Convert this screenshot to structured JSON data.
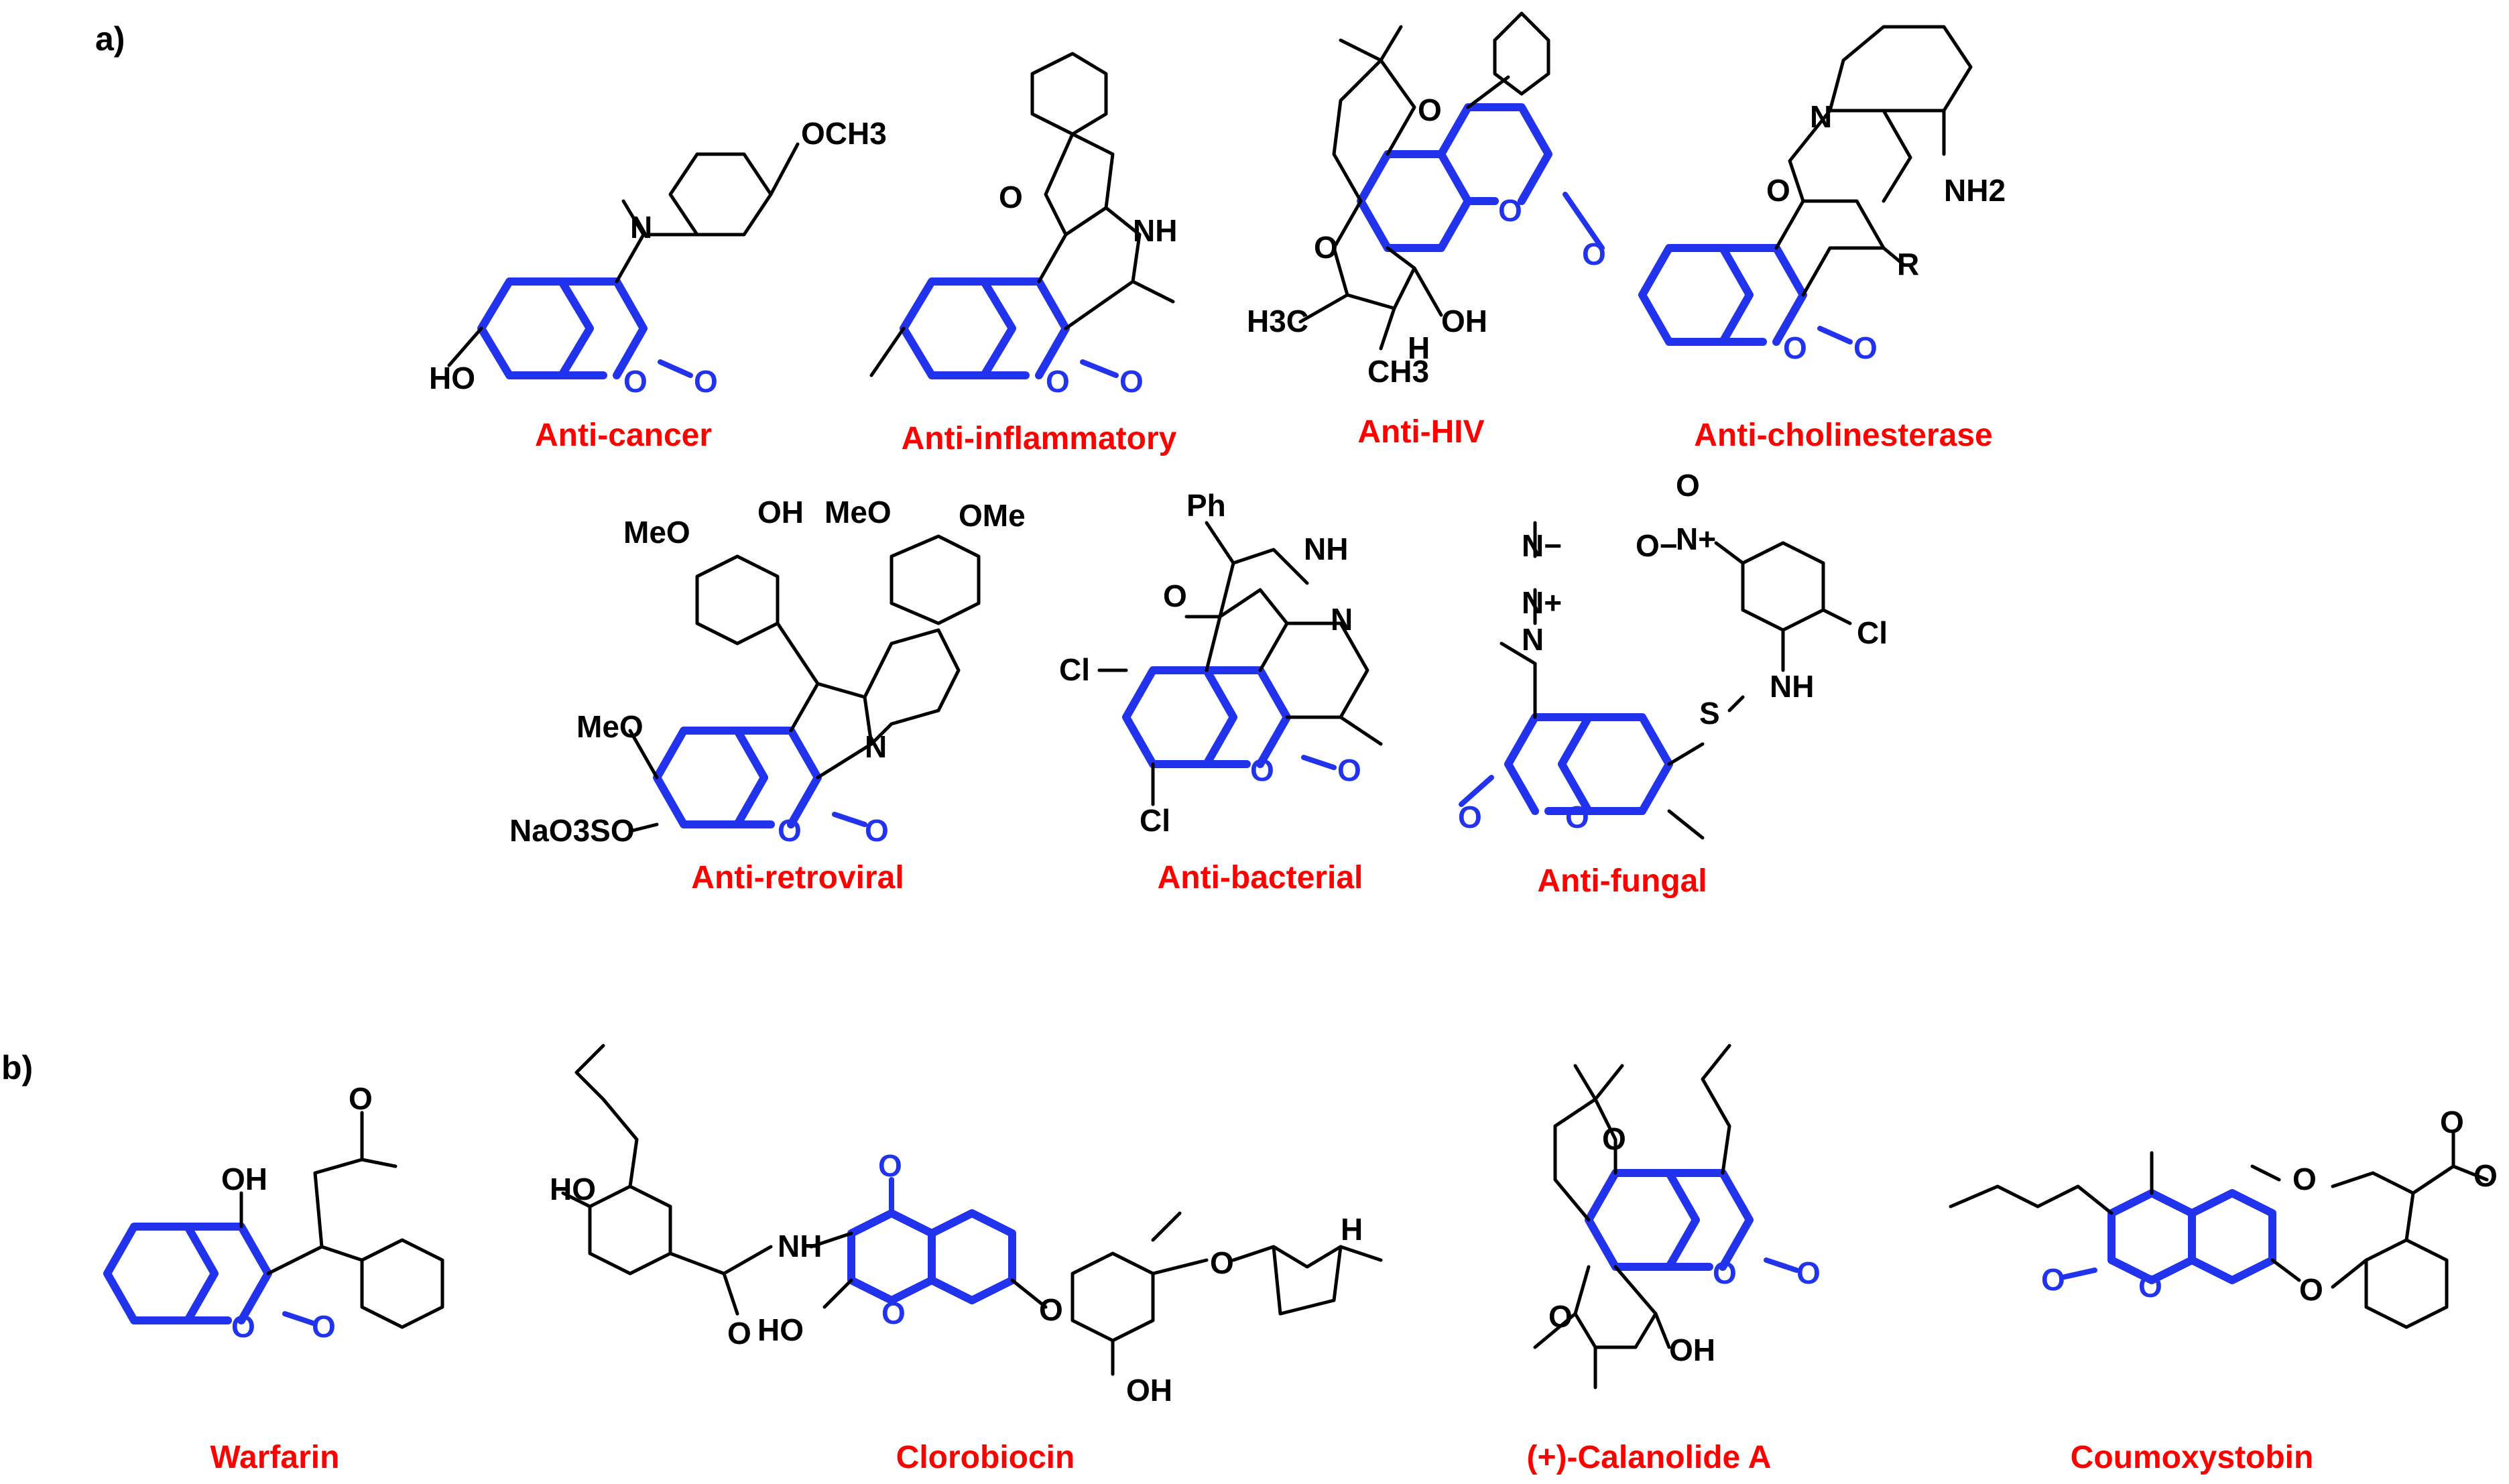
{
  "panels": {
    "a": "a)",
    "b": "b)"
  },
  "activities": {
    "anti_cancer": "Anti-cancer",
    "anti_inflammatory": "Anti-inflammatory",
    "anti_hiv": "Anti-HIV",
    "anti_cholinesterase": "Anti-cholinesterase",
    "anti_retroviral": "Anti-retroviral",
    "anti_bacterial": "Anti-bacterial",
    "anti_fungal": "Anti-fungal"
  },
  "drugs": {
    "warfarin": "Warfarin",
    "clorobiocin": "Clorobiocin",
    "calanolide": "(+)-Calanolide A",
    "coumoxystobin": "Coumoxystobin"
  },
  "atom_labels": {
    "och3": "OCH3",
    "n": "N",
    "ho": "HO",
    "o": "O",
    "nh": "NH",
    "oh": "OH",
    "h3c": "H3C",
    "ch3": "CH3",
    "h": "H",
    "nh2": "NH2",
    "r": "R",
    "meo": "MeO",
    "ome": "OMe",
    "nao3so": "NaO3SO",
    "ph": "Ph",
    "cl": "Cl",
    "s": "S",
    "n_minus": "N−",
    "n_plus": "N+",
    "o_minus": "O−"
  },
  "colors": {
    "scaffold": "#2233ee",
    "label": "#ff0000",
    "bond": "#000000"
  }
}
